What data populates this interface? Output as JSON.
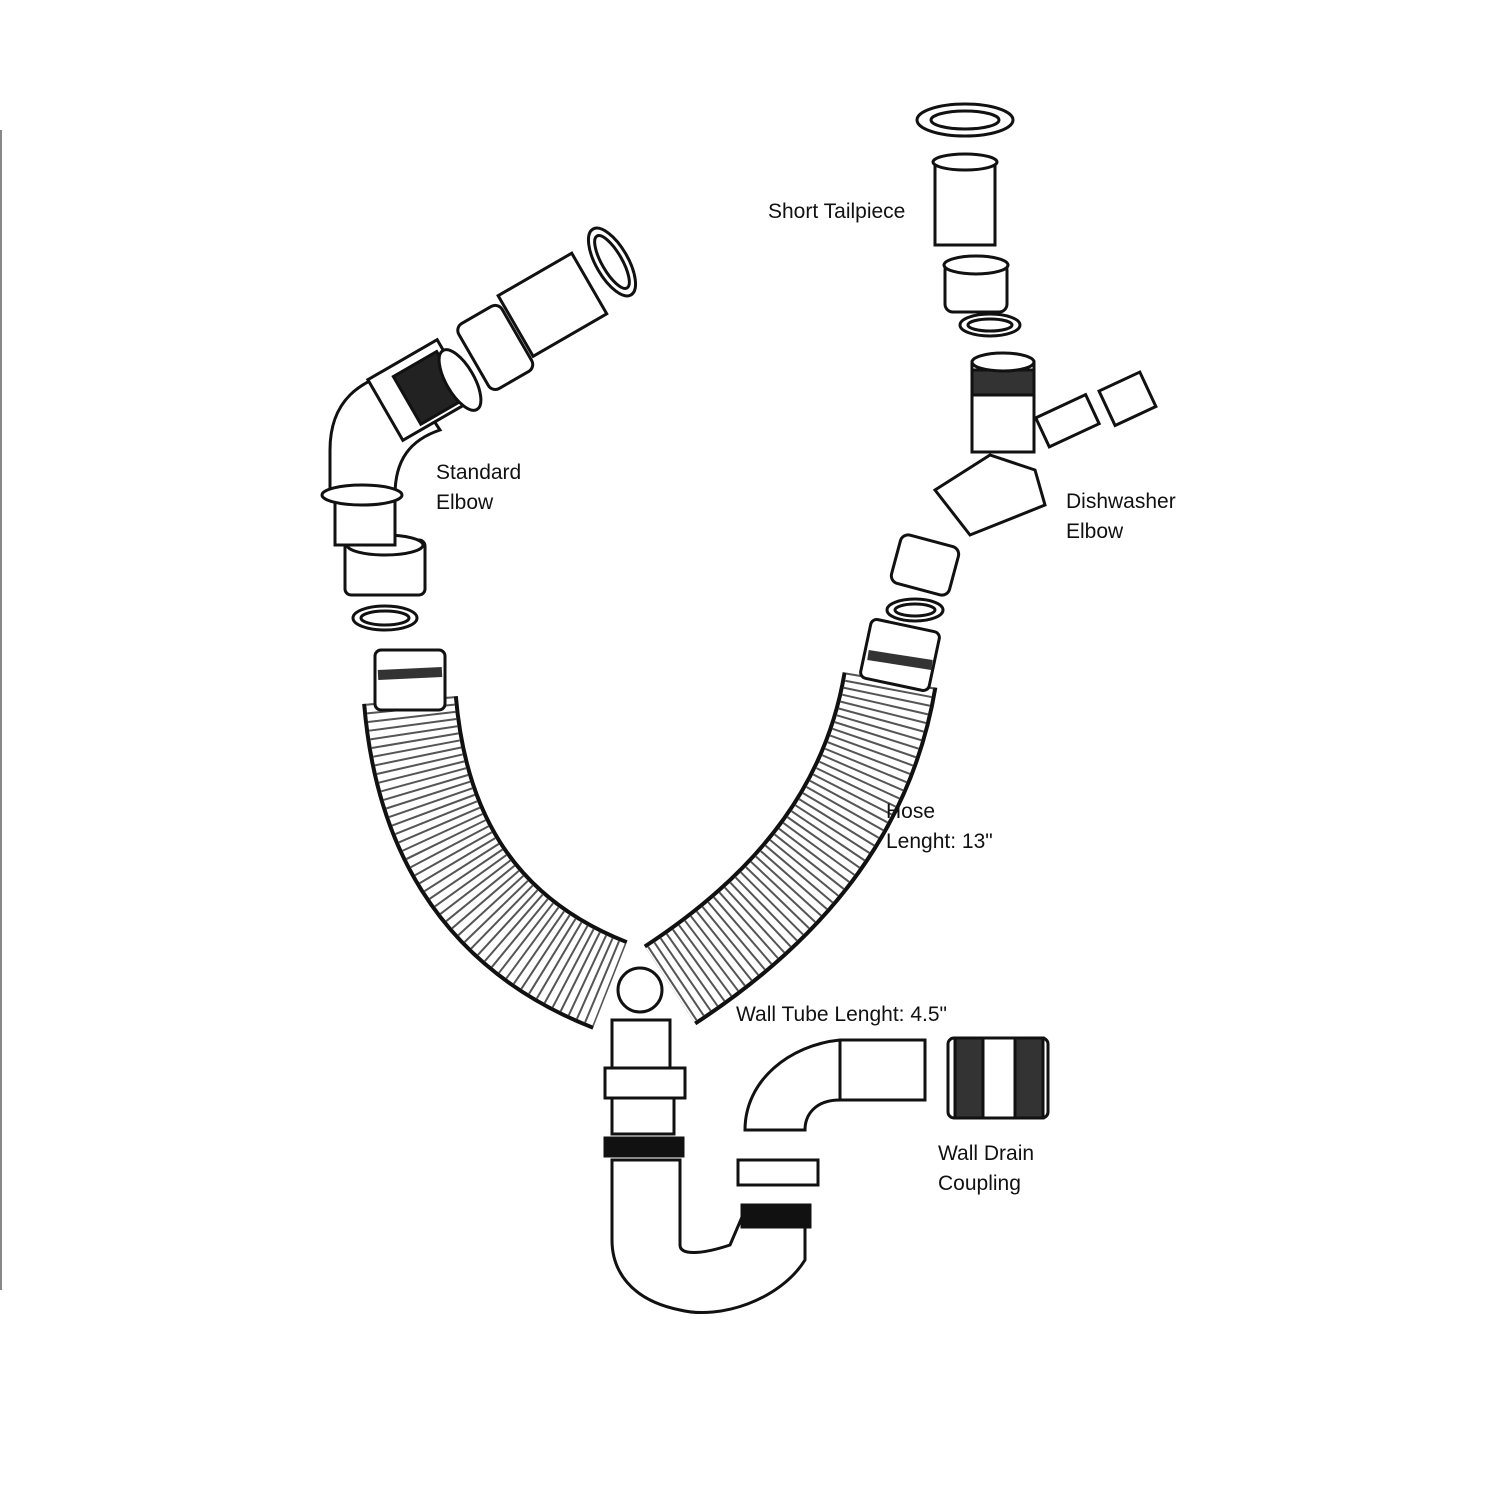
{
  "labels": {
    "short_tailpiece": "Short Tailpiece",
    "standard_elbow": [
      "Standard",
      "Elbow"
    ],
    "dishwasher_elbow": [
      "Dishwasher",
      "Elbow"
    ],
    "hose_length": [
      "Hose",
      "Lenght: 13\""
    ],
    "wall_tube_length": "Wall Tube Lenght: 4.5\"",
    "wall_drain_coupling": [
      "Wall Drain",
      "Coupling"
    ]
  },
  "colors": {
    "line": "#111111",
    "background": "#ffffff"
  }
}
